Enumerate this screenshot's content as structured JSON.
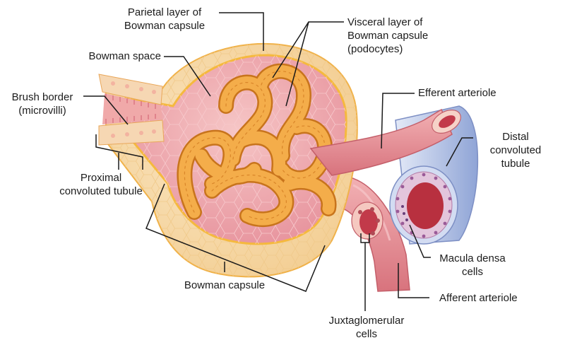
{
  "labels": {
    "parietal": "Parietal layer of\nBowman capsule",
    "visceral": "Visceral layer of\nBowman capsule\n(podocytes)",
    "bowman_space": "Bowman space",
    "brush_border": "Brush border\n(microvilli)",
    "efferent": "Efferent arteriole",
    "distal": "Distal\nconvoluted\ntubule",
    "proximal": "Proximal\nconvoluted tubule",
    "macula": "Macula densa\ncells",
    "bowman_capsule": "Bowman capsule",
    "afferent": "Afferent arteriole",
    "juxta": "Juxtaglomerular\ncells"
  },
  "colors": {
    "capsule_outer": "#f8deb0",
    "capsule_inner": "#eb9aa4",
    "capsule_rim": "#f5b93e",
    "glomerulus": "#f2a43c",
    "glomerulus_dark": "#c8741c",
    "arteriole": "#e58c93",
    "tubule_blue": "#a9b9e0",
    "tubule_lumen": "#b8303f",
    "leader": "#1a1a1a"
  }
}
